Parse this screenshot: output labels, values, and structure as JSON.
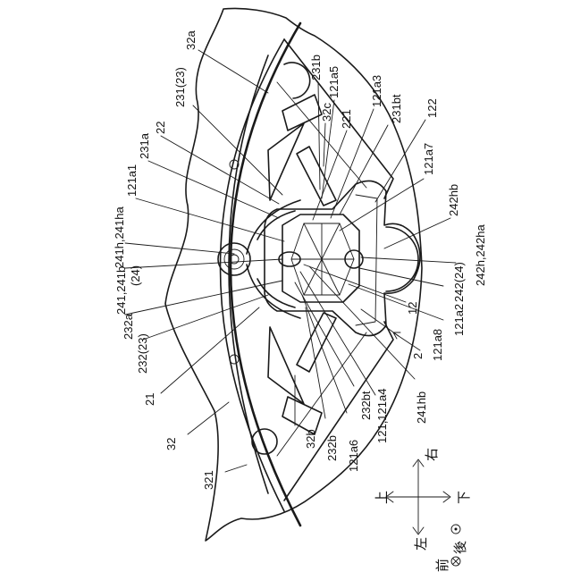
{
  "figure": {
    "labels": {
      "l32a": "32a",
      "l231_23": "231(23)",
      "l231b": "231b",
      "l121a5": "121a5",
      "l32c": "32c",
      "l221": "221",
      "l22": "22",
      "l121a3": "121a3",
      "l231bt": "231bt",
      "l122": "122",
      "l231a": "231a",
      "l121a1": "121a1",
      "l121a7": "121a7",
      "l241h_241ha": "241h,241ha",
      "l242hb": "242hb",
      "l241_241b": "241,241b",
      "l24": "(24)",
      "l242h_242ha": "242h,242ha",
      "l242_24": "242(24)",
      "l232a": "232a",
      "l232_23": "232(23)",
      "l12": "12",
      "l121a2": "121a2",
      "l121a8": "121a8",
      "l2": "2",
      "l21": "21",
      "l232bt": "232bt",
      "l121_121a4": "121,121a4",
      "l241hb": "241hb",
      "l32": "32",
      "l32b": "32b",
      "l232b": "232b",
      "l121a6": "121a6",
      "l321": "321"
    },
    "directions": {
      "up": "上",
      "down": "下",
      "left": "左",
      "right": "右",
      "front": "前",
      "back": "後"
    }
  }
}
